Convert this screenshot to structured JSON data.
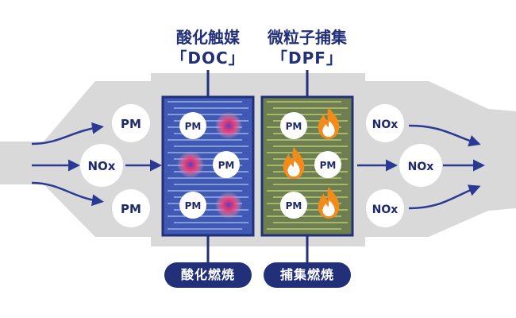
{
  "doc": {
    "title_line1": "酸化触媒",
    "title_line2": "「DOC」",
    "action": "酸化燃焼",
    "labels": [
      "PM",
      "PM",
      "PM"
    ]
  },
  "dpf": {
    "title_line1": "微粒子捕集",
    "title_line2": "「DPF」",
    "action": "捕集燃焼",
    "labels": [
      "PM",
      "PM",
      "PM"
    ]
  },
  "inlet": {
    "labels": [
      "PM",
      "NOx",
      "PM"
    ]
  },
  "outlet": {
    "labels": [
      "NOx",
      "NOx",
      "NOx"
    ]
  },
  "colors": {
    "navy": "#22307a",
    "arrow": "#2a3a94",
    "housing": "#d9d9d9",
    "doc_fill": "#3f59b4",
    "doc_lines": "#9ab0e6",
    "dpf_fill": "#6e7f4f",
    "dpf_lines": "#b9c77a",
    "flame": "#f28a1c",
    "glow": "#e8336f"
  },
  "icons": [
    "flame-icon",
    "glow-particle-icon",
    "arrow-icon"
  ]
}
